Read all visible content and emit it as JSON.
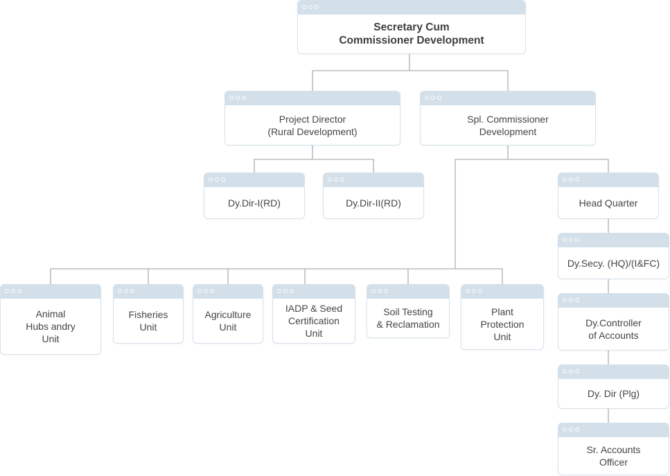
{
  "diagram": {
    "type": "org-chart",
    "colors": {
      "header_bar": "#d3dfe9",
      "node_border": "#d8e2ea",
      "connector": "#a9afb5",
      "text": "#444444"
    },
    "nodes": [
      {
        "id": "secretary",
        "label": "Secretary Cum\nCommissioner Development",
        "parent": null
      },
      {
        "id": "project-director",
        "label": "Project Director\n(Rural Development)",
        "parent": "secretary"
      },
      {
        "id": "spl-commissioner",
        "label": "Spl. Commissioner\nDevelopment",
        "parent": "secretary"
      },
      {
        "id": "dy-dir-1-rd",
        "label": "Dy.Dir-I(RD)",
        "parent": "project-director"
      },
      {
        "id": "dy-dir-2-rd",
        "label": "Dy.Dir-II(RD)",
        "parent": "project-director"
      },
      {
        "id": "head-quarter",
        "label": "Head Quarter",
        "parent": "spl-commissioner"
      },
      {
        "id": "animal-husbandry",
        "label": "Animal\nHubs andry\nUnit",
        "parent": "spl-commissioner"
      },
      {
        "id": "fisheries",
        "label": "Fisheries\nUnit",
        "parent": "spl-commissioner"
      },
      {
        "id": "agriculture",
        "label": "Agriculture\nUnit",
        "parent": "spl-commissioner"
      },
      {
        "id": "iadp-seed",
        "label": "IADP & Seed\nCertification\nUnit",
        "parent": "spl-commissioner"
      },
      {
        "id": "soil-testing",
        "label": "Soil Testing\n& Reclamation",
        "parent": "spl-commissioner"
      },
      {
        "id": "plant-protection",
        "label": "Plant\nProtection\nUnit",
        "parent": "spl-commissioner"
      },
      {
        "id": "dy-secy",
        "label": "Dy.Secy. (HQ)/(I&FC)",
        "parent": "head-quarter"
      },
      {
        "id": "dy-controller",
        "label": "Dy.Controller\nof Accounts",
        "parent": "dy-secy"
      },
      {
        "id": "dy-dir-plg",
        "label": "Dy. Dir (Plg)",
        "parent": "dy-controller"
      },
      {
        "id": "sr-accounts",
        "label": "Sr. Accounts\nOfficer",
        "parent": "dy-dir-plg"
      }
    ]
  }
}
